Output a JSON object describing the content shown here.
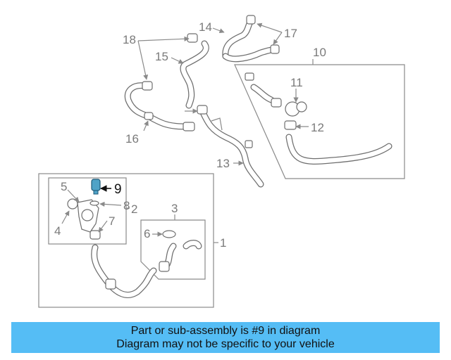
{
  "callouts": {
    "c1": "1",
    "c2": "2",
    "c3": "3",
    "c4": "4",
    "c5": "5",
    "c6": "6",
    "c7": "7",
    "c8": "8",
    "c9": "9",
    "c10": "10",
    "c11": "11",
    "c12": "12",
    "c13": "13",
    "c14": "14",
    "c15": "15",
    "c16": "16",
    "c17": "17",
    "c18": "18"
  },
  "highlight_color": "#4fa3c7",
  "banner": {
    "line1": "Part or sub-assembly is #9 in diagram",
    "line2": "Diagram may not be specific to your vehicle",
    "color": "#55bdf5"
  }
}
